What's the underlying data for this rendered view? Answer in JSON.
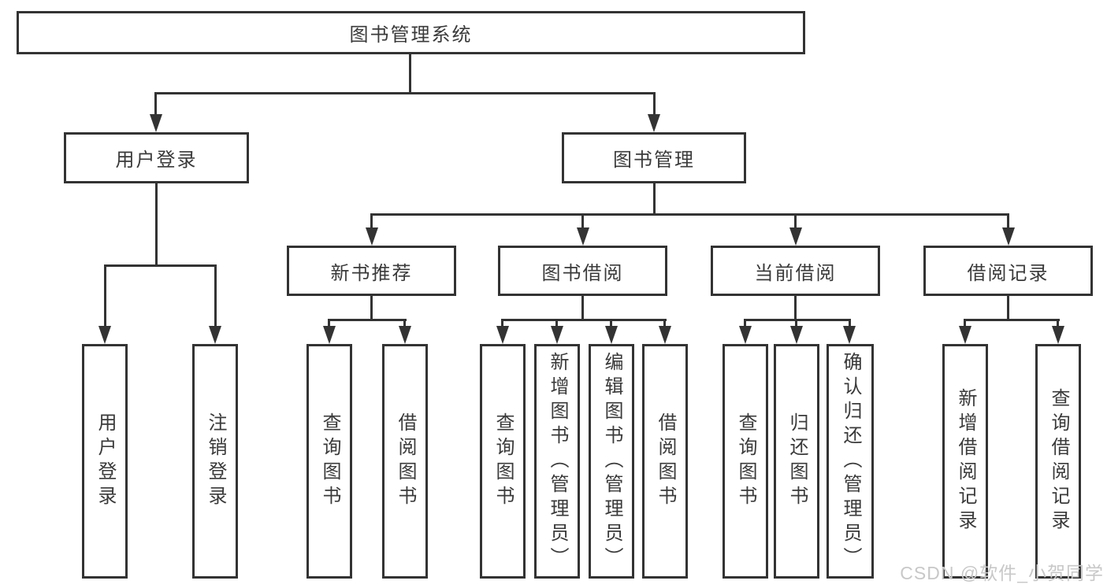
{
  "diagram": {
    "type": "hierarchy-tree",
    "root": {
      "label": "图书管理系统",
      "children": [
        {
          "label": "用户登录",
          "children": [
            {
              "label": "用户登录"
            },
            {
              "label": "注销登录"
            }
          ]
        },
        {
          "label": "图书管理",
          "children": [
            {
              "label": "新书推荐",
              "children": [
                {
                  "label": "查询图书"
                },
                {
                  "label": "借阅图书"
                }
              ]
            },
            {
              "label": "图书借阅",
              "children": [
                {
                  "label": "查询图书"
                },
                {
                  "label": "新增图书（管理员）"
                },
                {
                  "label": "编辑图书（管理员）"
                },
                {
                  "label": "借阅图书"
                }
              ]
            },
            {
              "label": "当前借阅",
              "children": [
                {
                  "label": "查询图书"
                },
                {
                  "label": "归还图书"
                },
                {
                  "label": "确认归还（管理员）"
                }
              ]
            },
            {
              "label": "借阅记录",
              "children": [
                {
                  "label": "新增借阅记录"
                },
                {
                  "label": "查询借阅记录"
                }
              ]
            }
          ]
        }
      ]
    }
  },
  "watermark": {
    "text": "CSDN @软件_小贺同学"
  },
  "colors": {
    "line": "#333333",
    "text": "#3a3a3a",
    "background": "#ffffff",
    "watermark": "#c8c8c8"
  }
}
